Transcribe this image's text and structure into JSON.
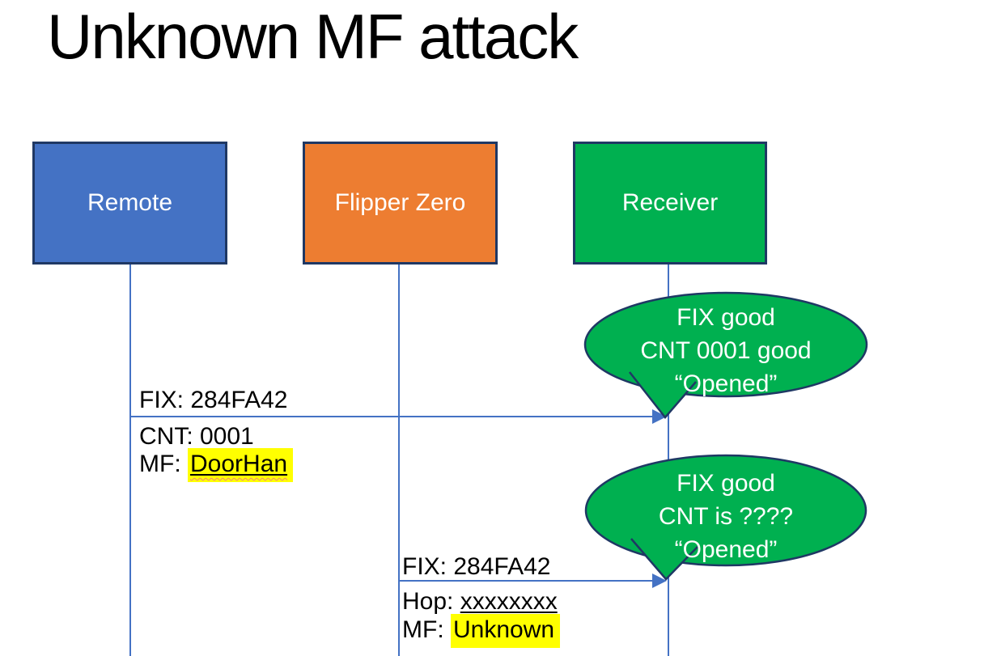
{
  "title": "Unknown MF attack",
  "actors": [
    {
      "label": "Remote",
      "fill": "#4472C4"
    },
    {
      "label": "Flipper Zero",
      "fill": "#ED7D31"
    },
    {
      "label": "Receiver",
      "fill": "#00B050"
    }
  ],
  "messages": [
    {
      "from": "Remote",
      "to": "Receiver",
      "line1": "FIX: 284FA42",
      "line2": "CNT: 0001",
      "line3_prefix": "MF: ",
      "line3_value": "DoorHan"
    },
    {
      "from": "Flipper Zero",
      "to": "Receiver",
      "line1": "FIX: 284FA42",
      "line2_prefix": "Hop: ",
      "line2_value": "xxxxxxxx",
      "line3_prefix": "MF: ",
      "line3_value": "Unknown"
    }
  ],
  "callouts": [
    {
      "line1": "FIX good",
      "line2": "CNT 0001 good",
      "line3": "“Opened”"
    },
    {
      "line1": "FIX good",
      "line2": "CNT is ????",
      "line3": "“Opened”"
    }
  ],
  "colors": {
    "remote_fill": "#4472C4",
    "flipper_fill": "#ED7D31",
    "receiver_fill": "#00B050",
    "callout_fill": "#00B050",
    "shape_border": "#1F3864",
    "connector_blue": "#4472C4",
    "highlight_yellow": "#FFFF00",
    "spellcheck_red": "#F08080",
    "text_white": "#FFFFFF",
    "text_black": "#000000"
  }
}
